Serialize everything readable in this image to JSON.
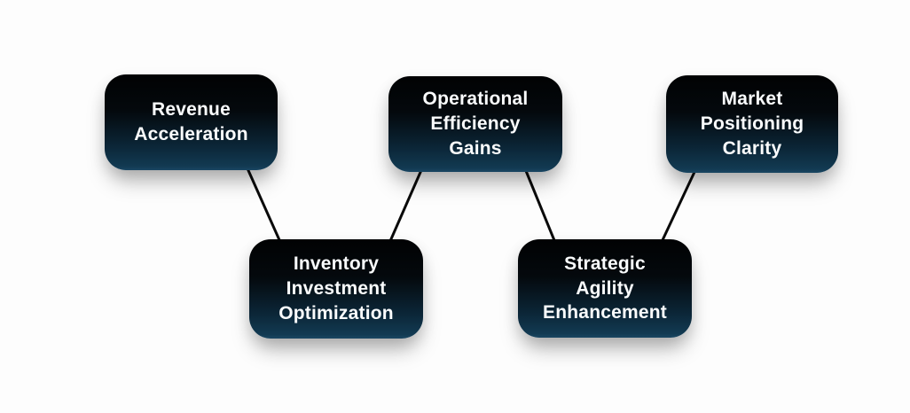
{
  "page": {
    "background_color": "#fdfdfd"
  },
  "diagram": {
    "style": {
      "node_gradient_top": "#010203",
      "node_gradient_bottom": "#123a52",
      "node_text_color": "#ffffff",
      "edge_color": "#0a0a0a"
    },
    "nodes": [
      {
        "id": "revenue-acceleration",
        "label": "Revenue\nAcceleration"
      },
      {
        "id": "operational-efficiency-gains",
        "label": "Operational\nEfficiency\nGains"
      },
      {
        "id": "market-positioning-clarity",
        "label": "Market\nPositioning\nClarity"
      },
      {
        "id": "inventory-investment-optimization",
        "label": "Inventory\nInvestment\nOptimization"
      },
      {
        "id": "strategic-agility-enhancement",
        "label": "Strategic\nAgility\nEnhancement"
      }
    ],
    "edges": [
      {
        "from": "revenue-acceleration",
        "to": "inventory-investment-optimization"
      },
      {
        "from": "operational-efficiency-gains",
        "to": "inventory-investment-optimization"
      },
      {
        "from": "operational-efficiency-gains",
        "to": "strategic-agility-enhancement"
      },
      {
        "from": "market-positioning-clarity",
        "to": "strategic-agility-enhancement"
      }
    ]
  }
}
